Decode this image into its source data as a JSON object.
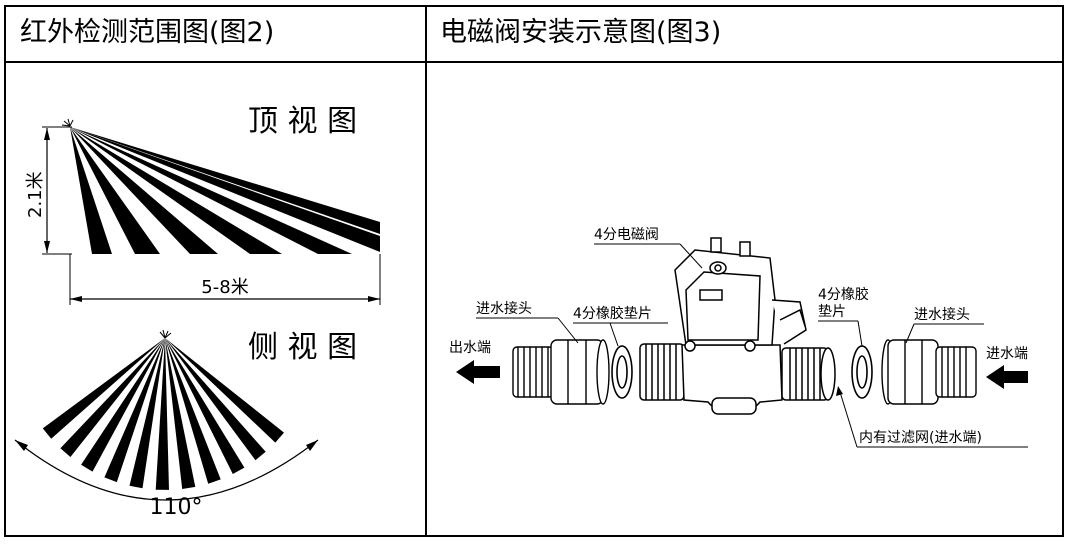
{
  "left_panel": {
    "header": "红外检测范围图(图2)",
    "top_view": {
      "title": "顶 视 图",
      "height_label": "2.1米",
      "width_label": "5-8米"
    },
    "side_view": {
      "title": "侧 视 图",
      "angle_label": "110°"
    }
  },
  "right_panel": {
    "header": "电磁阀安装示意图(图3)",
    "labels": {
      "valve": "4分电磁阀",
      "inlet_connector_left": "进水接头",
      "rubber_gasket_left": "4分橡胶垫片",
      "rubber_gasket_right_line1": "4分橡胶",
      "rubber_gasket_right_line2": "垫片",
      "inlet_connector_right": "进水接头",
      "outlet_end": "出水端",
      "inlet_end": "进水端",
      "filter_note": "内有过滤网(进水端)"
    }
  }
}
